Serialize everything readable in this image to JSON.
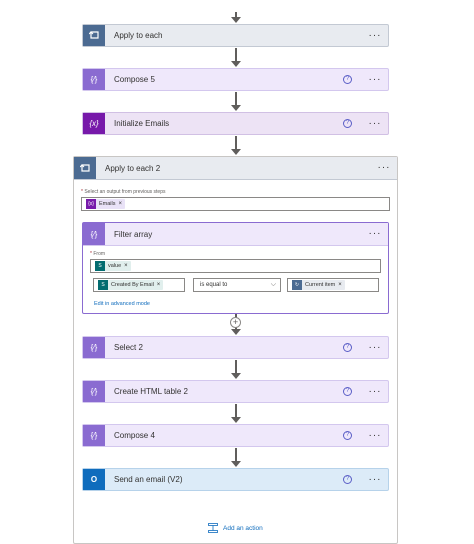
{
  "flow": {
    "apply_each_1": {
      "title": "Apply to each",
      "more": "···"
    },
    "compose_5": {
      "title": "Compose 5",
      "help": "?",
      "more": "···",
      "icon": "{∕}"
    },
    "initialize_emails": {
      "title": "Initialize Emails",
      "help": "?",
      "more": "···",
      "icon": "{x}"
    },
    "apply_each_2": {
      "title": "Apply to each 2",
      "more": "···",
      "select_label": "Select an output from previous steps",
      "required_mark": "*",
      "token": "Emails",
      "token_icon": "{x}",
      "remove": "×"
    },
    "filter_array": {
      "title": "Filter array",
      "more": "···",
      "icon": "{∕}",
      "from_label": "From",
      "required_mark": "*",
      "from_token": "value",
      "left_token": "Created By Email",
      "operator": "is equal to",
      "right_token": "Current item",
      "advanced_link": "Edit in advanced mode",
      "remove": "×",
      "chevron": "⌵"
    },
    "select_2": {
      "title": "Select 2",
      "help": "?",
      "more": "···",
      "icon": "{∕}"
    },
    "html_table_2": {
      "title": "Create HTML table 2",
      "help": "?",
      "more": "···",
      "icon": "{∕}"
    },
    "compose_4": {
      "title": "Compose 4",
      "help": "?",
      "more": "···",
      "icon": "{∕}"
    },
    "send_email": {
      "title": "Send an email (V2)",
      "help": "?",
      "more": "···",
      "icon": "O"
    },
    "add_action": "Add an action",
    "insert_step": "+"
  },
  "icons": {
    "loop": "loop-icon",
    "compose": "data-operation-icon",
    "variable": "variable-icon",
    "sharepoint": "sharepoint-icon",
    "outlook": "outlook-icon",
    "add_action": "add-action-icon"
  },
  "colors": {
    "loop": "#4c6b92",
    "data_operation": "#8a6bd1",
    "variable": "#7719aa",
    "outlook": "#0f6cbd",
    "sharepoint": "#036c70",
    "link": "#0f6cbd"
  }
}
